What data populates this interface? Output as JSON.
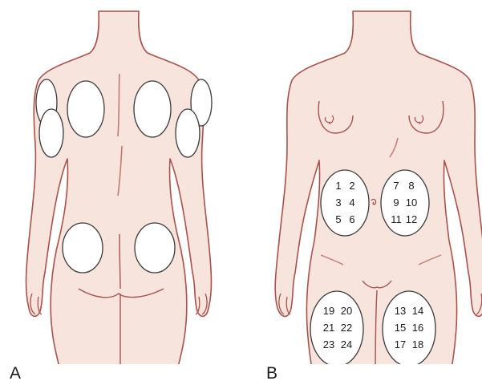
{
  "panels": [
    {
      "letter": "A",
      "view": "posterior"
    },
    {
      "letter": "B",
      "view": "anterior"
    }
  ],
  "abdomen_sites": {
    "right": [
      "1",
      "2",
      "3",
      "4",
      "5",
      "6"
    ],
    "left": [
      "7",
      "8",
      "9",
      "10",
      "11",
      "12"
    ]
  },
  "thigh_sites": {
    "right": [
      "19",
      "20",
      "21",
      "22",
      "23",
      "24"
    ],
    "left": [
      "13",
      "14",
      "15",
      "16",
      "17",
      "18"
    ]
  },
  "colors": {
    "skin": "#f7e4dc",
    "outline": "#a9514b",
    "detail": "#c27a6f",
    "site_fill": "#ffffff",
    "site_stroke": "#3a3a3a"
  }
}
